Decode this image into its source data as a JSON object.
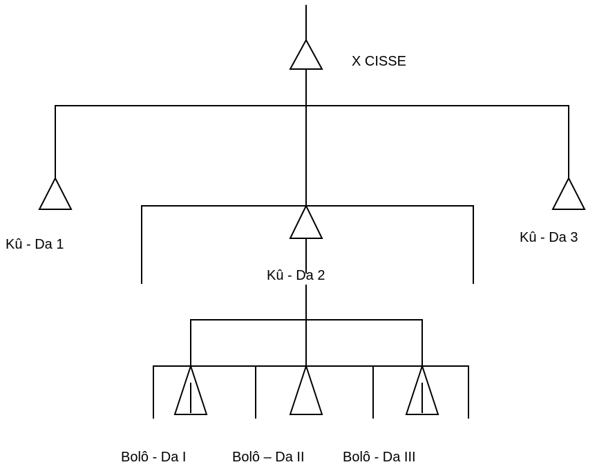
{
  "nodes": {
    "top": {
      "label": "X CISSE"
    },
    "kuda1": {
      "label": "Kû - Da 1"
    },
    "kuda2": {
      "label": "Kû - Da 2"
    },
    "kuda3": {
      "label": "Kû - Da 3"
    },
    "bolo1": {
      "label": "Bolô - Da I"
    },
    "bolo2": {
      "label": "Bolô – Da II"
    },
    "bolo3": {
      "label": "Bolô - Da III"
    }
  },
  "colors": {
    "line": "#000000",
    "background": "#ffffff"
  }
}
